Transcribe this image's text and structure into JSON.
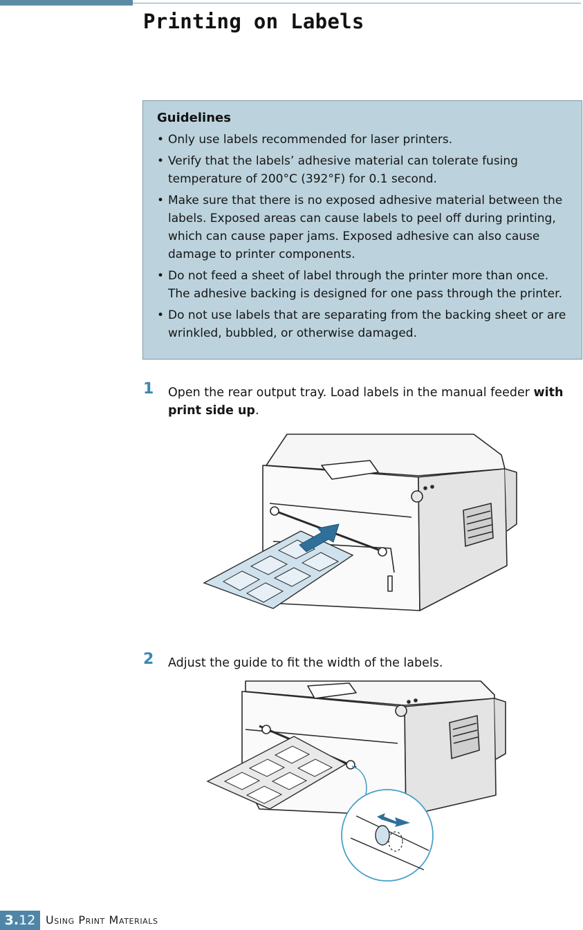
{
  "page": {
    "title": "Printing on Labels"
  },
  "guidelines": {
    "heading": "Guidelines",
    "bullet": "•",
    "items": [
      "Only use labels recommended for laser printers.",
      "Verify that the labels’ adhesive material can tolerate fusing temperature of 200°C (392°F) for 0.1 second.",
      "Make sure that there is no exposed adhesive material between the labels. Exposed areas can cause labels to peel off during printing, which can cause paper jams. Exposed adhesive can also cause damage to printer components.",
      "Do not feed a sheet of label through the printer more than once. The adhesive backing is designed for one pass through the printer.",
      "Do not use labels that are separating from the backing sheet or are wrinkled, bubbled, or otherwise damaged."
    ]
  },
  "steps": [
    {
      "number": "1",
      "text_before": "Open the rear output tray. Load labels in the manual feeder ",
      "bold": "with print side up",
      "text_after": "."
    },
    {
      "number": "2",
      "text": "Adjust the guide to fit the width of the labels."
    }
  ],
  "footer": {
    "chapter": "3.",
    "page": "12",
    "section": "Using Print Materials"
  },
  "colors": {
    "accent": "#4f86a8",
    "step_number": "#3d87b0",
    "guidelines_bg": "#bcd3dd",
    "arrow": "#2f6f9a"
  }
}
